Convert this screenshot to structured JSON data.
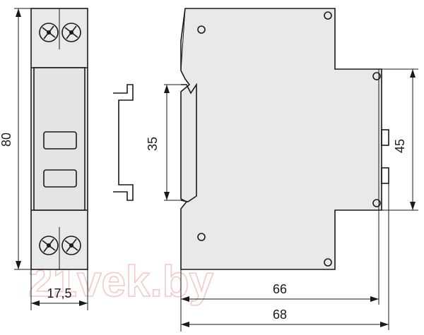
{
  "dimensions": {
    "height_front": "80",
    "width_front": "17,5",
    "rail_height": "35",
    "depth_inner": "66",
    "depth_total": "68",
    "front_height": "45"
  },
  "watermark": "21vek.by",
  "colors": {
    "stroke": "#1a1a1a",
    "fill": "#e9e9e9",
    "watermark": "#f2c9c9"
  }
}
